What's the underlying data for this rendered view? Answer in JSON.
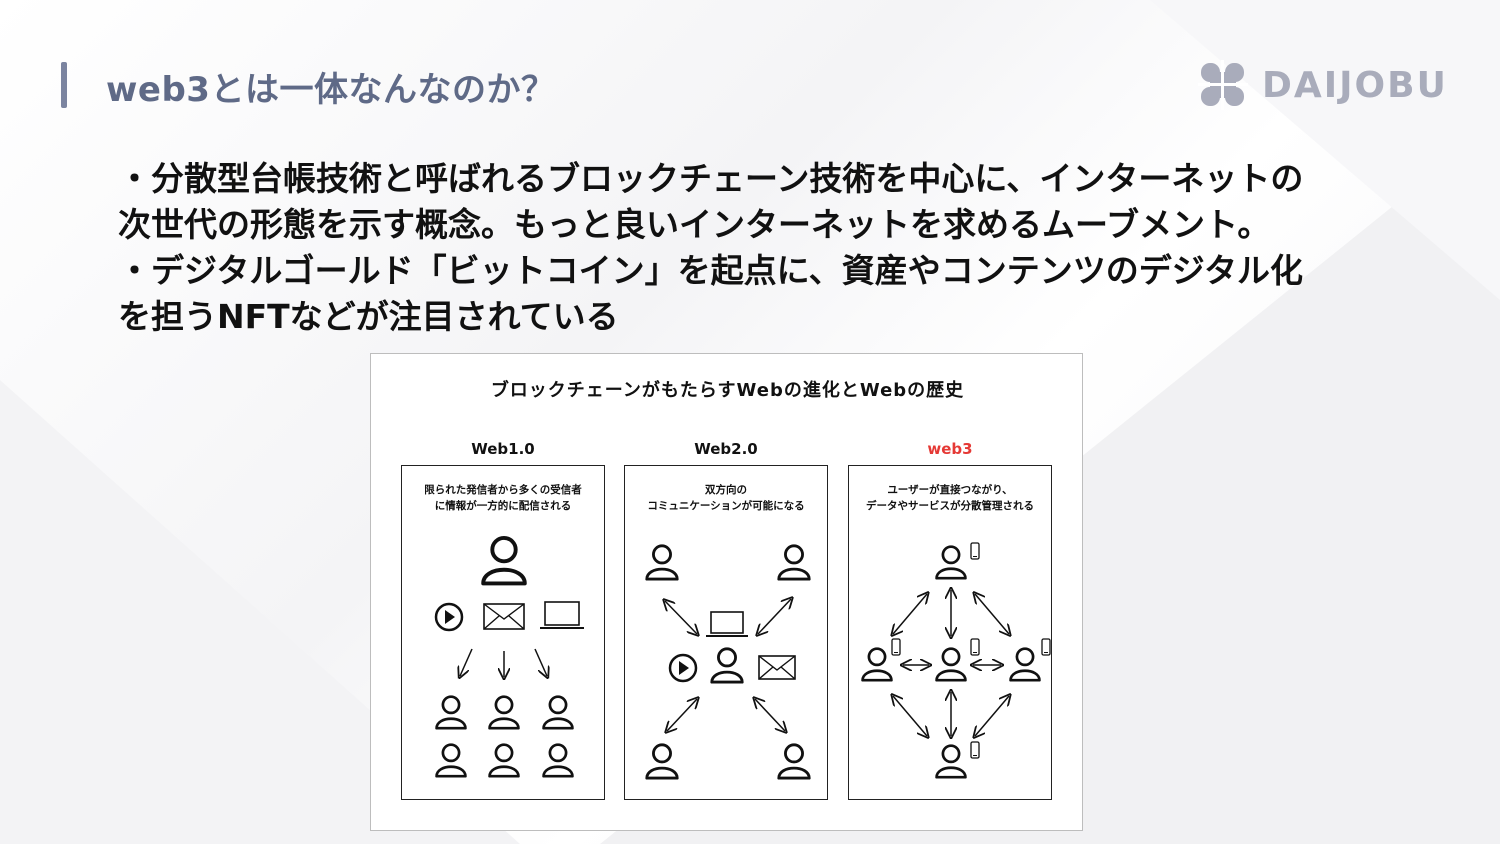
{
  "header": {
    "title": "web3とは一体なんなのか？",
    "logo_text": "DAIJOBU"
  },
  "body": {
    "lines": [
      "・分散型台帳技術と呼ばれるブロックチェーン技術を中心に、インターネットの",
      "次世代の形態を示す概念。もっと良いインターネットを求めるムーブメント。",
      "・デジタルゴールド「ビットコイン」を起点に、資産やコンテンツのデジタル化",
      "を担うNFTなどが注目されている"
    ]
  },
  "figure": {
    "title": "ブロックチェーンがもたらすWebの進化とWebの歴史",
    "columns": [
      {
        "label": "Web1.0",
        "desc_line1": "限られた発信者から多くの受信者",
        "desc_line2": "に情報が一方的に配信される"
      },
      {
        "label": "Web2.0",
        "desc_line1": "双方向の",
        "desc_line2": "コミュニケーションが可能になる"
      },
      {
        "label": "web3",
        "desc_line1": "ユーザーが直接つながり、",
        "desc_line2": "データやサービスが分散管理される"
      }
    ],
    "colors": {
      "web3_label": "#e53935",
      "ink": "#111111"
    }
  },
  "theme": {
    "accent": "#7b84a0",
    "title_color": "#5f6a87",
    "logo_color": "#a9acbb"
  }
}
